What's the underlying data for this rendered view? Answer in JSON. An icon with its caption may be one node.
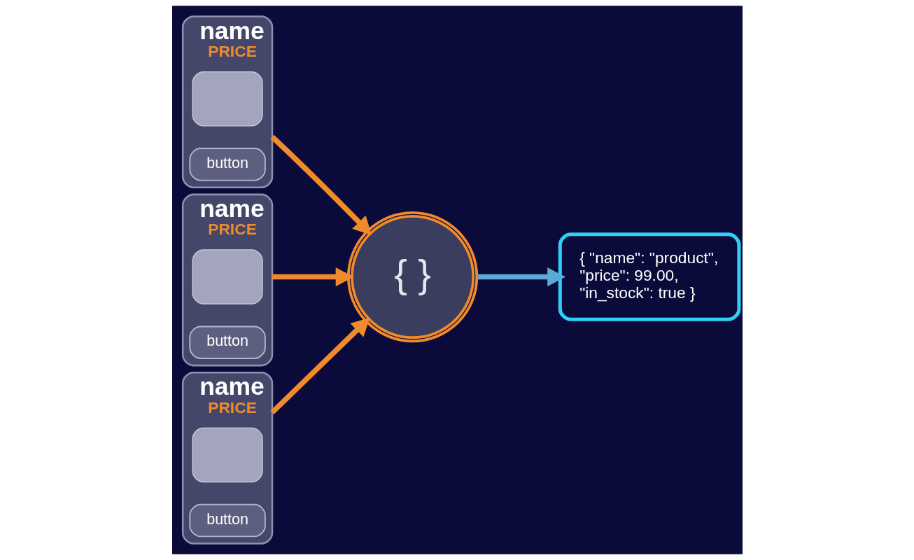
{
  "diagram": {
    "nodes": [
      {
        "text": [
          "name",
          "PRICE"
        ]
      },
      {
        "text": [],
        "shape": "box",
        "in": 0
      },
      {
        "text": [
          "button"
        ],
        "in": 0
      },
      {
        "text": [
          "name",
          "PRICE"
        ]
      },
      {
        "text": [],
        "shape": "box",
        "in": 3
      },
      {
        "text": [
          "button"
        ],
        "in": 3
      },
      {
        "text": [
          "name",
          "PRICE"
        ]
      },
      {
        "text": [],
        "shape": "box",
        "in": 6
      },
      {
        "text": [
          "button"
        ],
        "in": 6
      },
      {
        "text": [
          "{ }"
        ]
      },
      {
        "text": [
          "{ \"name\": \"product\", \"price\": 99.00, \"in_stock\": true }"
        ]
      }
    ],
    "edges": [
      {
        "from": 0,
        "to": 9,
        "arrow": "to"
      },
      {
        "from": 3,
        "to": 9,
        "arrow": "to"
      },
      {
        "from": 6,
        "to": 9,
        "arrow": "to"
      },
      {
        "from": 9,
        "to": 10,
        "arrow": "to",
        "color": "#5aa9d6"
      }
    ]
  }
}
